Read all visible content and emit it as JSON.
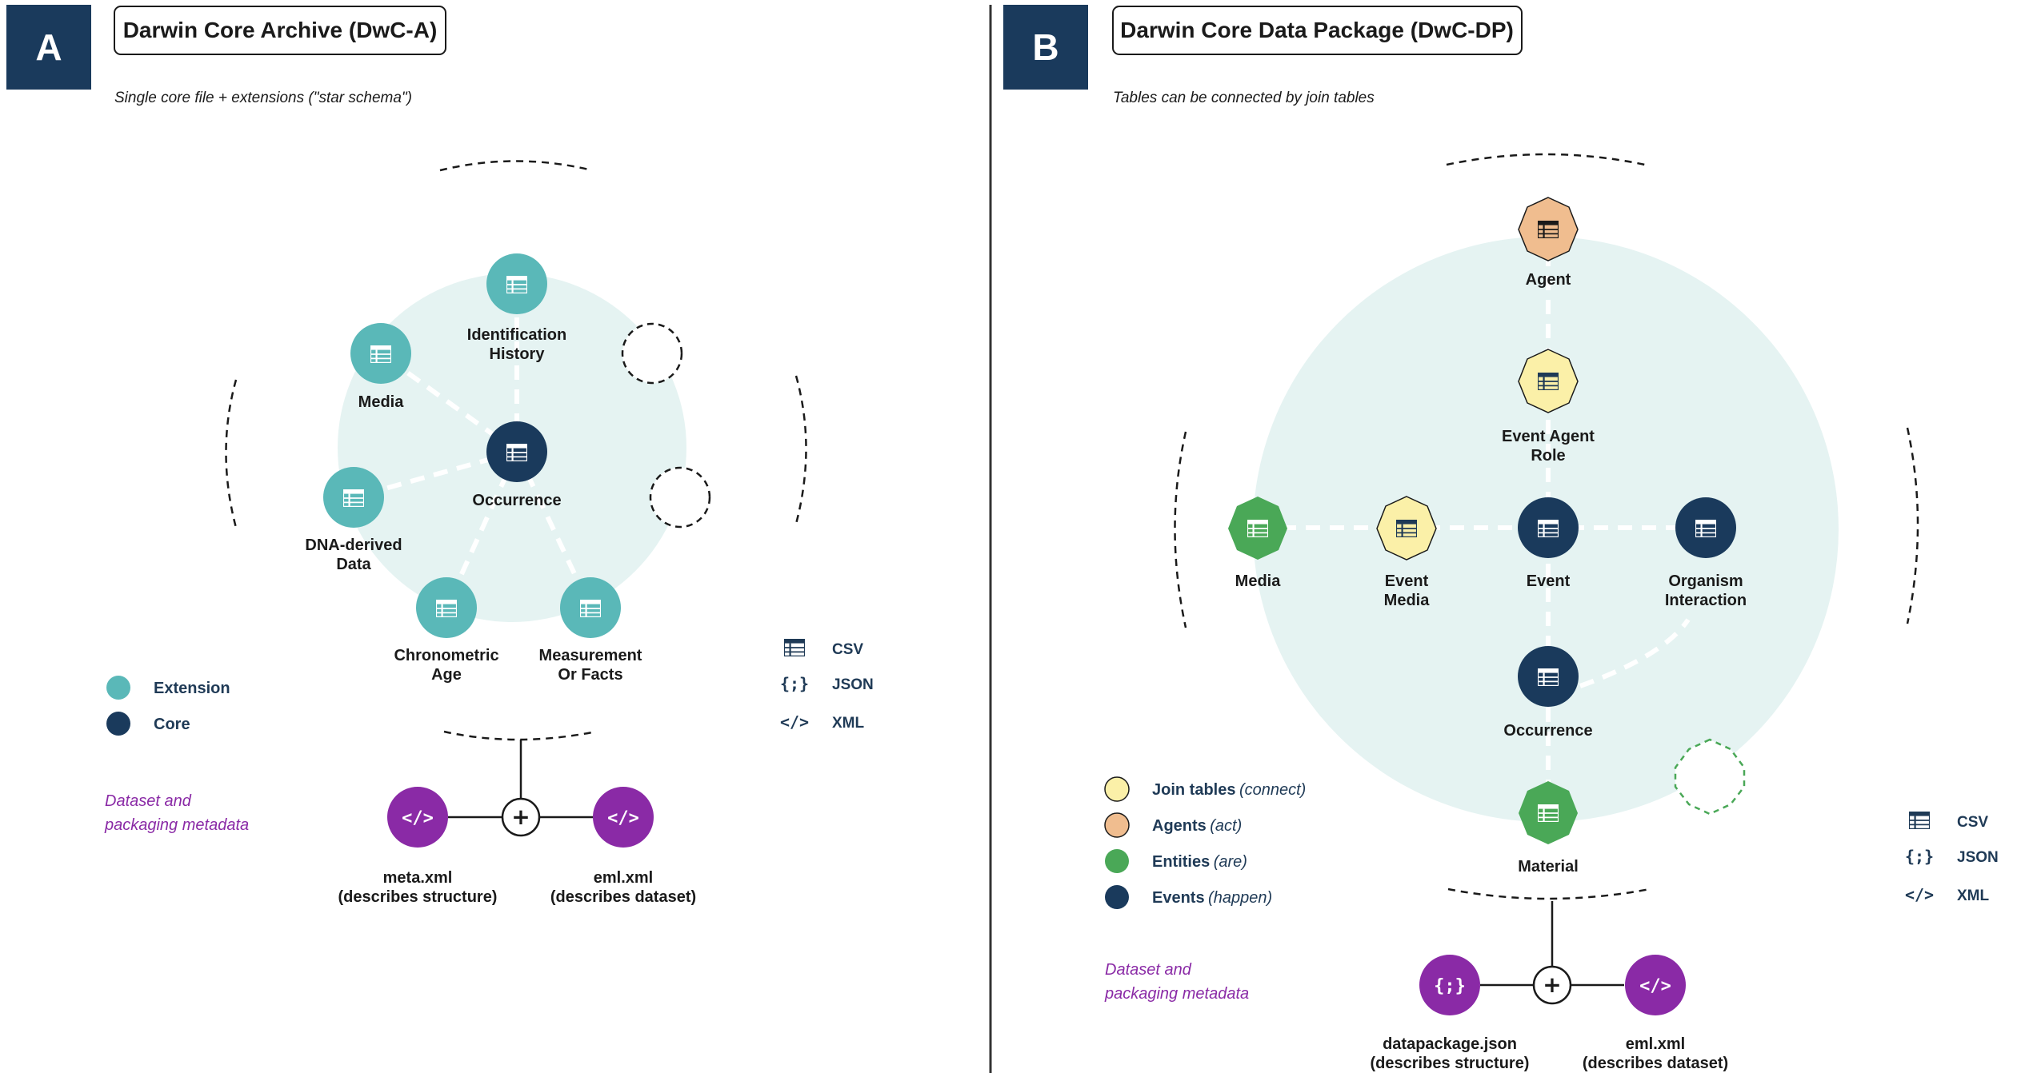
{
  "colors": {
    "navy": "#1a3a5c",
    "teal": "#5ab8b8",
    "light_teal": "#e5f3f2",
    "yellow": "#fbf0a8",
    "orange": "#f0bd8f",
    "green": "#4aa857",
    "purple": "#8a2aa6"
  },
  "panel_a": {
    "letter": "A",
    "title": "Darwin Core Archive (DwC-A)",
    "subtitle": "Single core file + extensions (\"star schema\")",
    "nodes": {
      "identification": [
        "Identification",
        "History"
      ],
      "media": [
        "Media"
      ],
      "occurrence": [
        "Occurrence"
      ],
      "dna": [
        "DNA-derived",
        "Data"
      ],
      "chrono": [
        "Chronometric",
        "Age"
      ],
      "measurement": [
        "Measurement",
        "Or Facts"
      ]
    },
    "legend": {
      "extension": "Extension",
      "core": "Core"
    },
    "formats": {
      "csv": "CSV",
      "json": "JSON",
      "xml": "XML"
    },
    "format_icons": {
      "json": "{;}",
      "xml": "</>"
    },
    "metadata_label": [
      "Dataset and",
      "packaging metadata"
    ],
    "files": [
      {
        "icon": "</>",
        "name": "meta.xml",
        "desc": "(describes structure)"
      },
      {
        "icon": "</>",
        "name": "eml.xml",
        "desc": "(describes dataset)"
      }
    ]
  },
  "panel_b": {
    "letter": "B",
    "title": "Darwin Core Data Package (DwC-DP)",
    "subtitle": "Tables can be connected by join tables",
    "nodes": {
      "agent": [
        "Agent"
      ],
      "event_agent_role": [
        "Event Agent",
        "Role"
      ],
      "media": [
        "Media"
      ],
      "event_media": [
        "Event",
        "Media"
      ],
      "event": [
        "Event"
      ],
      "organism_interaction": [
        "Organism",
        "Interaction"
      ],
      "occurrence": [
        "Occurrence"
      ],
      "material": [
        "Material"
      ]
    },
    "legend": [
      {
        "label": "Join tables",
        "note": "(connect)"
      },
      {
        "label": "Agents",
        "note": "(act)"
      },
      {
        "label": "Entities",
        "note": "(are)"
      },
      {
        "label": "Events",
        "note": "(happen)"
      }
    ],
    "formats": {
      "csv": "CSV",
      "json": "JSON",
      "xml": "XML"
    },
    "format_icons": {
      "json": "{;}",
      "xml": "</>"
    },
    "metadata_label": [
      "Dataset and",
      "packaging metadata"
    ],
    "files": [
      {
        "icon": "{;}",
        "name": "datapackage.json",
        "desc": "(describes structure)"
      },
      {
        "icon": "</>",
        "name": "eml.xml",
        "desc": "(describes dataset)"
      }
    ]
  }
}
